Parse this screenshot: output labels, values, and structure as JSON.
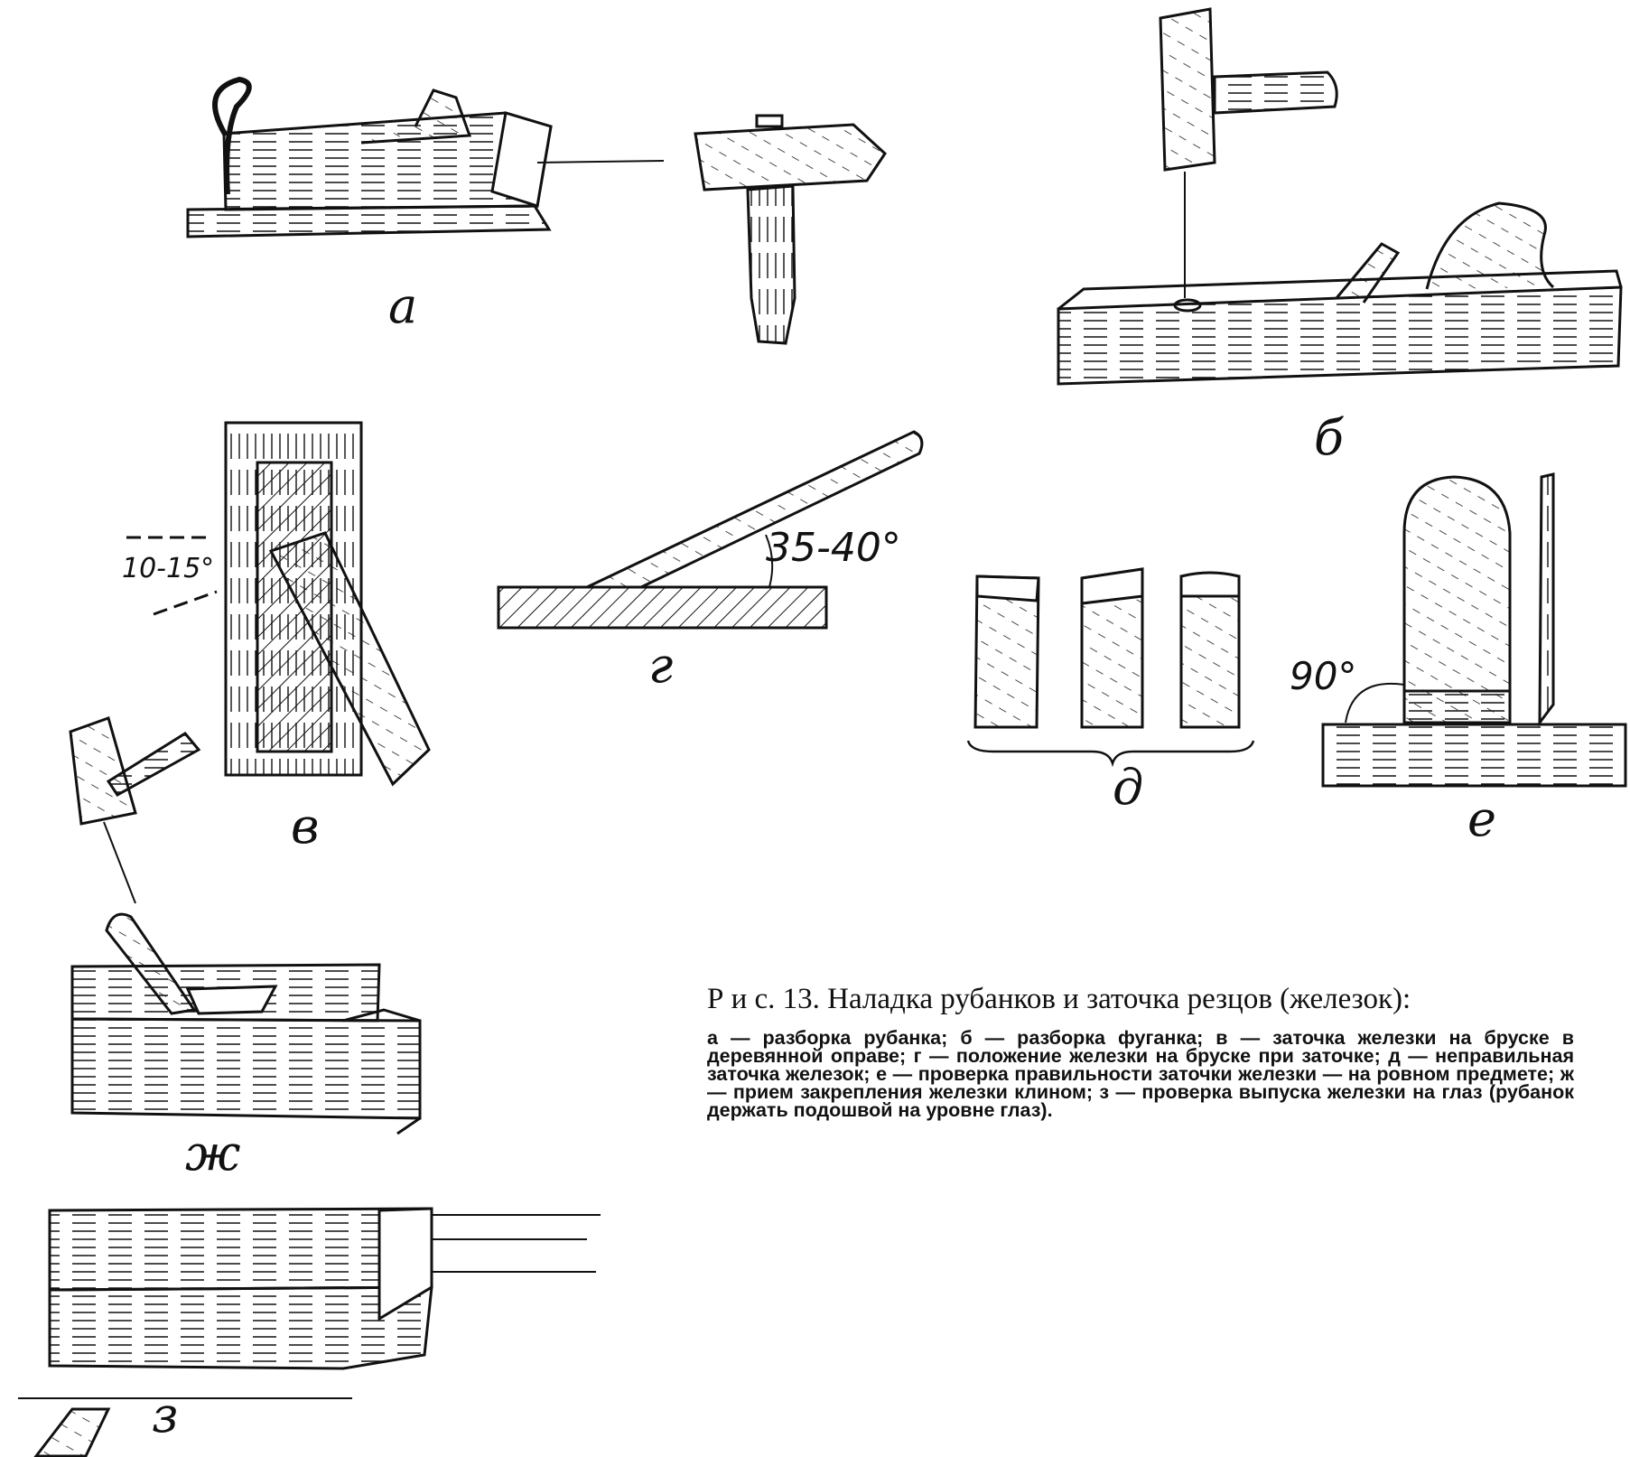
{
  "figure": {
    "labels": {
      "a": "а",
      "b": "б",
      "v": "в",
      "g": "г",
      "d": "д",
      "e": "е",
      "zh": "ж",
      "z": "з"
    },
    "angles": {
      "blade_wedge": "10-15°",
      "sharpening": "35-40°",
      "check": "90°"
    },
    "caption_title": "Р и с. 13. Наладка рубанков и заточка резцов (железок):",
    "caption_body": "а — разборка рубанка; б — разборка фуганка; в — заточка железки на бруске в деревянной оправе; г — положение железки на бруске при заточке; д — неправильная заточка железок; е — проверка правильности заточки железки — на ровном предмете; ж — прием закрепления железки клином; з — проверка выпуска железки на глаз (рубанок держать подошвой на уровне глаз)."
  },
  "colors": {
    "ink": "#111111",
    "paper": "#ffffff"
  }
}
